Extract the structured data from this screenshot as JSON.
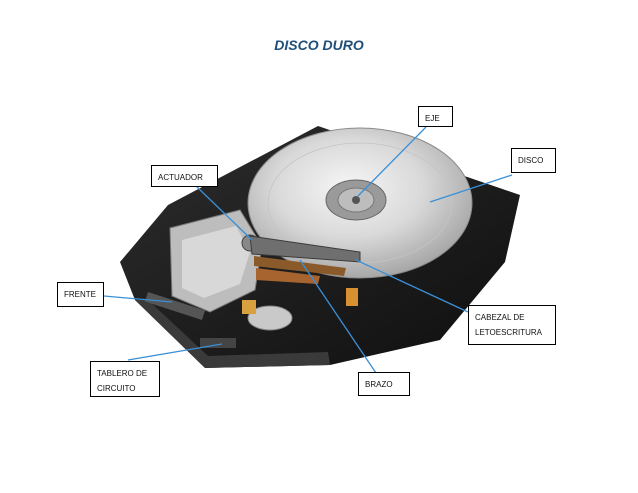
{
  "title": "DISCO DURO",
  "colors": {
    "title": "#1f4e79",
    "arrow": "#3a8fd6"
  },
  "labels": {
    "eje": "EJE",
    "disco": "DISCO",
    "actuador": "ACTUADOR",
    "frente": "FRENTE",
    "cabezal": "CABEZAL DE\nLETOESCRITURA",
    "tablero": "TABLERO DE\nCIRCUITO",
    "brazo": "BRAZO"
  }
}
